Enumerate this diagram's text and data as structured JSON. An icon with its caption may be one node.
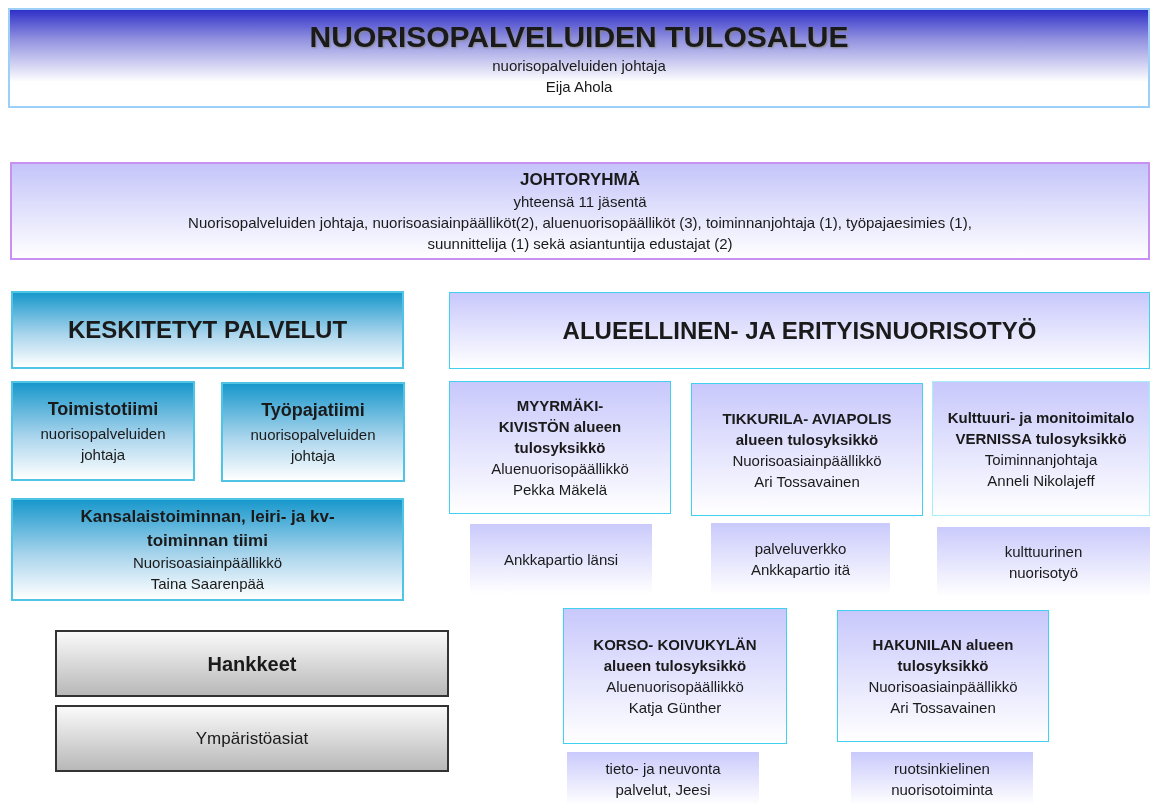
{
  "diagram": {
    "nodes": [
      {
        "text": [
          "NUORISOPALVELUIDEN TULOSALUE",
          "nuorisopalveluiden johtaja",
          "Eija Ahola"
        ]
      },
      {
        "text": [
          "JOHTORYHMÄ",
          "yhteensä 11 jäsentä",
          "Nuorisopalveluiden johtaja, nuorisoasiainpäälliköt(2), aluenuorisopäälliköt (3), toiminnanjohtaja (1), työpajaesimies (1), suunnittelija (1) sekä asiantuntija edustajat (2)"
        ]
      },
      {
        "text": [
          "KESKITETYT PALVELUT"
        ]
      },
      {
        "text": [
          "ALUEELLINEN- JA ERITYISNUORISOTYÖ"
        ]
      },
      {
        "text": [
          "Toimistotiimi",
          "nuorisopalveluiden johtaja"
        ]
      },
      {
        "text": [
          "Työpajatiimi",
          "nuorisopalveluiden johtaja"
        ]
      },
      {
        "text": [
          "MYYRMÄKI- KIVISTÖN alueen tulosyksikkö",
          "Aluenuorisopäällikkö",
          "Pekka Mäkelä"
        ]
      },
      {
        "text": [
          "TIKKURILA- AVIAPOLIS alueen tulosyksikkö",
          "Nuorisoasiainpäällikkö",
          "Ari Tossavainen"
        ]
      },
      {
        "text": [
          "Kulttuuri- ja monitoimitalo VERNISSA tulosyksikkö",
          "Toiminnanjohtaja",
          "Anneli Nikolajeff"
        ]
      },
      {
        "text": [
          "Kansalaistoiminnan, leiri- ja kv-toiminnan tiimi",
          "Nuorisoasiainpäällikkö",
          "Taina Saarenpää"
        ]
      },
      {
        "text": [
          "Ankkapartio länsi"
        ]
      },
      {
        "text": [
          "palveluverkko Ankkapartio itä"
        ]
      },
      {
        "text": [
          "kulttuurinen nuorisotyö"
        ]
      },
      {
        "text": [
          "KORSO- KOIVUKYLÄN alueen tulosyksikkö",
          "Aluenuorisopäällikkö",
          "Katja Günther"
        ]
      },
      {
        "text": [
          "HAKUNILAN alueen tulosyksikkö",
          "Nuorisoasiainpäällikkö",
          "Ari Tossavainen"
        ]
      },
      {
        "text": [
          "Hankkeet"
        ]
      },
      {
        "text": [
          "Ympäristöasiat"
        ]
      },
      {
        "text": [
          "tieto- ja neuvonta palvelut, Jeesi"
        ]
      },
      {
        "text": [
          "ruotsinkielinen nuorisotoiminta"
        ]
      }
    ]
  }
}
